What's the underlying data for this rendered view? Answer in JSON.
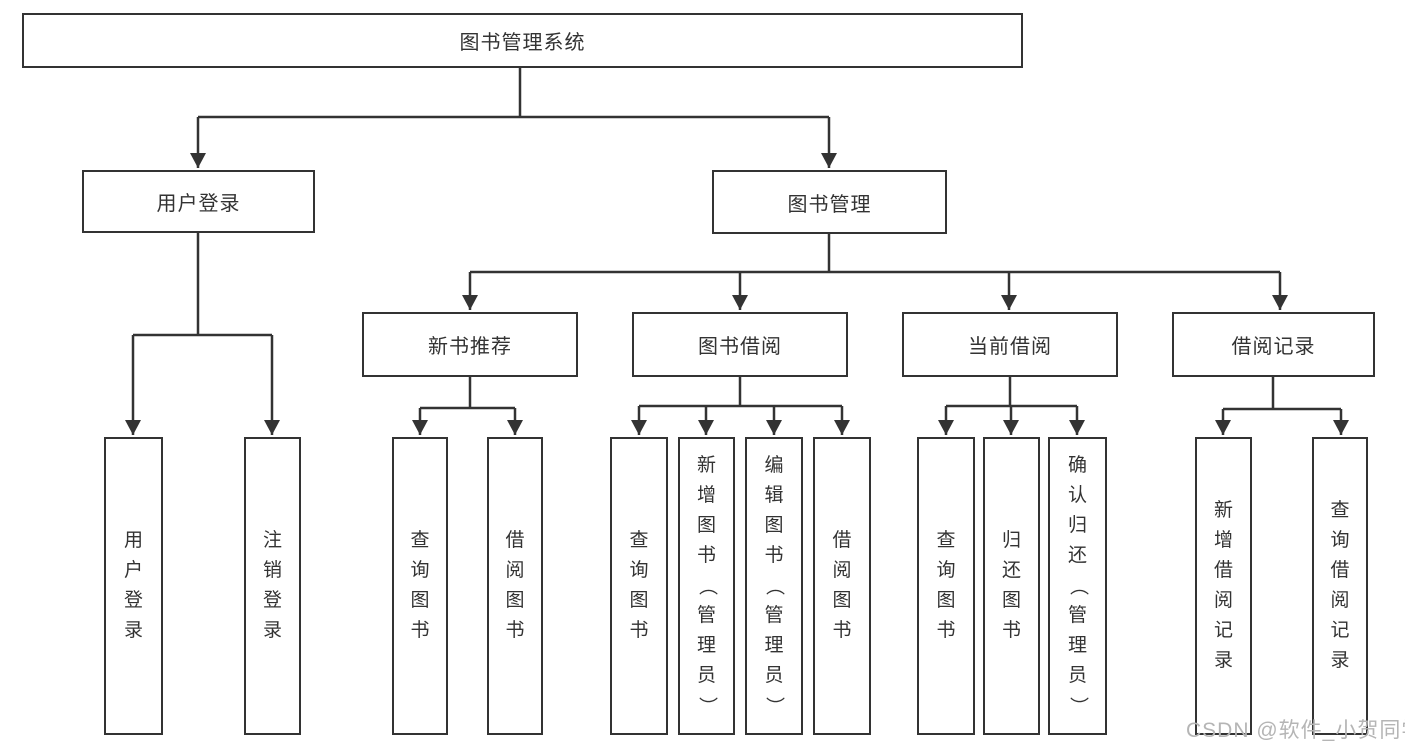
{
  "tree": {
    "root": {
      "label": "图书管理系统"
    },
    "level2": [
      {
        "label": "用户登录",
        "children": [
          {
            "label": "用户登录"
          },
          {
            "label": "注销登录"
          }
        ]
      },
      {
        "label": "图书管理",
        "children": [
          {
            "label": "新书推荐",
            "children": [
              {
                "label": "查询图书"
              },
              {
                "label": "借阅图书"
              }
            ]
          },
          {
            "label": "图书借阅",
            "children": [
              {
                "label": "查询图书"
              },
              {
                "label": "新增图书（管理员）"
              },
              {
                "label": "编辑图书（管理员）"
              },
              {
                "label": "借阅图书"
              }
            ]
          },
          {
            "label": "当前借阅",
            "children": [
              {
                "label": "查询图书"
              },
              {
                "label": "归还图书"
              },
              {
                "label": "确认归还（管理员）"
              }
            ]
          },
          {
            "label": "借阅记录",
            "children": [
              {
                "label": "新增借阅记录"
              },
              {
                "label": "查询借阅记录"
              }
            ]
          }
        ]
      }
    ]
  },
  "watermark": {
    "text": "CSDN @软件_小贺同学"
  },
  "colors": {
    "line": "#333333",
    "text": "#333333",
    "watermark": "#b5b5b5",
    "background": "#ffffff"
  }
}
